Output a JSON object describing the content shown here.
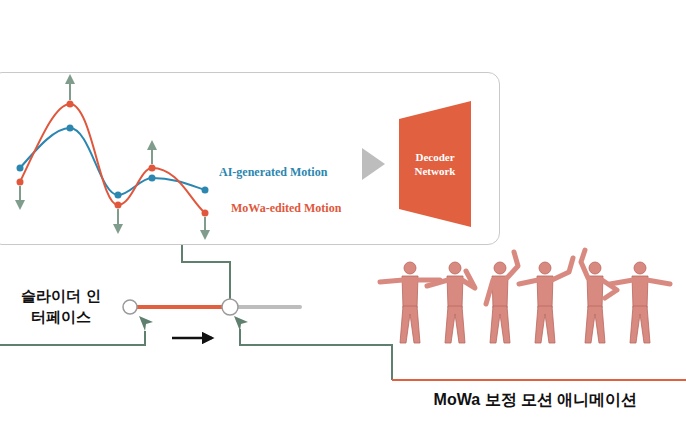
{
  "diagram": {
    "nodes": [
      {
        "text": [
          "AI-generated Motion",
          "MoWa-edited Motion"
        ]
      },
      {
        "text": [
          "Decoder Network"
        ],
        "in": 0
      },
      {
        "text": [
          "슬라이더 인터페이스"
        ]
      },
      {
        "text": [
          "MoWa 보정 모션 애니메이션"
        ]
      }
    ],
    "edges": [
      {
        "from": 0,
        "to": 2,
        "arrow": "none"
      },
      {
        "from": 2,
        "to": 3,
        "arrow": "none"
      }
    ]
  }
}
